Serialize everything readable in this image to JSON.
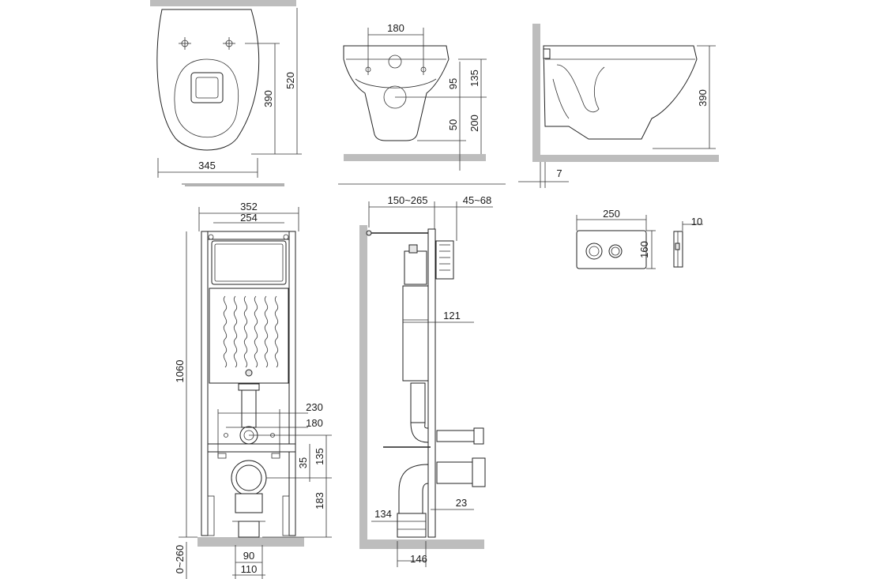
{
  "bowl_top": {
    "width": "345",
    "depth_mount": "390",
    "depth_total": "520"
  },
  "bowl_front": {
    "hole_spacing": "180",
    "outlet_height": "95",
    "inlet_height": "135",
    "bottom_gap": "50",
    "height": "200"
  },
  "bowl_side": {
    "projection": "390",
    "wall_gap": "7"
  },
  "frame_front": {
    "width_outer": "352",
    "width_inner": "254",
    "height": "1060",
    "bolt_spacing_outer": "230",
    "bolt_spacing_inner": "180",
    "outlet_offset": "35",
    "outlet_span": "135",
    "outlet_height": "183",
    "feet_range": "0~260",
    "pipe_inner": "90",
    "pipe_outer": "110"
  },
  "frame_side": {
    "depth_range": "150~265",
    "flush_range": "45~68",
    "pipe_offset": "121",
    "bend_width": "134",
    "wall_offset": "23",
    "base_width": "146"
  },
  "flush_plate": {
    "width": "250",
    "height": "160",
    "thickness": "10"
  }
}
